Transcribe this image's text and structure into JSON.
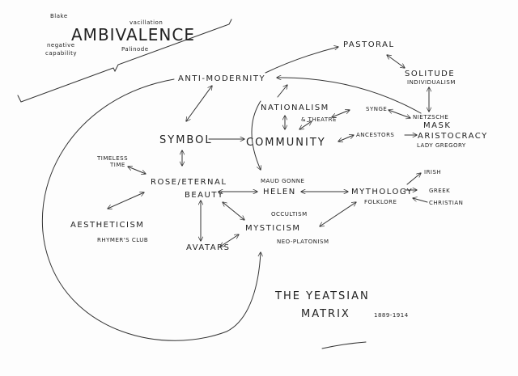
{
  "title": {
    "line1": "THE YEATSIAN",
    "line2": "MATRIX",
    "dates": "1889-1914"
  },
  "ambivalence": {
    "main": "AMBIVALENCE",
    "notes": [
      "Blake",
      "vacillation",
      "negative",
      "capability",
      "Palinode"
    ]
  },
  "nodes": {
    "anti_modernity": "ANTI-MODERNITY",
    "pastoral": "PASTORAL",
    "solitude": "SOLITUDE",
    "individualism": "INDIVIDUALISM",
    "nationalism": "NATIONALISM",
    "theatre": "& THEATRE",
    "synge": "SYNGE",
    "nietzsche": "NIETZSCHE",
    "mask": "MASK",
    "symbol": "SYMBOL",
    "community": "COMMUNITY",
    "ancestors": "ANCESTORS",
    "aristocracy": "ARISTOCRACY",
    "lady_gregory": "LADY GREGORY",
    "timeless": "TIMELESS",
    "time": "TIME",
    "rose": "ROSE/ETERNAL",
    "beauty": "BEAUTY",
    "maud_gonne": "MAUD GONNE",
    "helen": "HELEN",
    "mythology": "MYTHOLOGY",
    "folklore": "FOLKLORE",
    "irish": "IRISH",
    "greek": "GREEK",
    "christian": "CHRISTIAN",
    "occultism": "OCCULTISM",
    "mysticism": "MYSTICISM",
    "neo_platonism": "NEO-PLATONISM",
    "aestheticism": "AESTHETICISM",
    "rhymers_club": "RHYMER'S CLUB",
    "avatars": "AVATARS"
  }
}
